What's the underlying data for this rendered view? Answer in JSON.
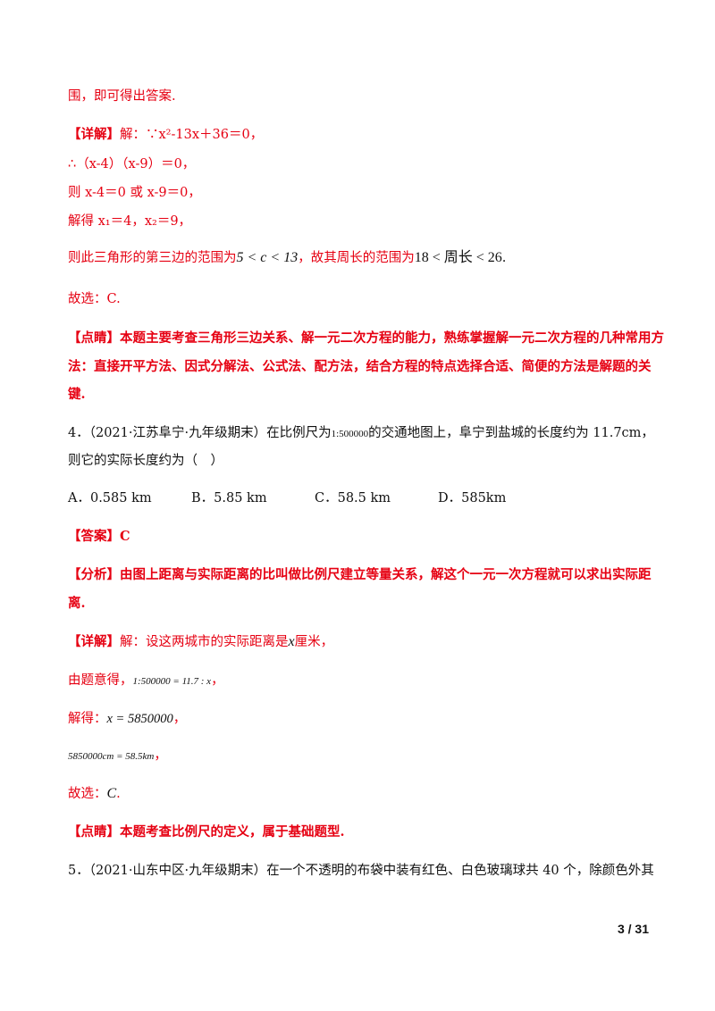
{
  "lines": {
    "l1": "围，即可得出答案.",
    "l2_tag": "【详解】",
    "l2_text": "解：∵x²-13x＋36＝0，",
    "l3": "∴（x-4）（x-9）＝0，",
    "l4": "则 x-4＝0 或 x-9＝0，",
    "l5": "解得 x₁＝4，x₂＝9，",
    "l6_a": "则此三角形的第三边的范围为",
    "l6_math1": "5 < c < 13",
    "l6_b": "，故其周长的范围为",
    "l6_math2": "18 < 周长 < 26",
    "l6_end": ".",
    "l7": "故选：C.",
    "l8": "【点睛】本题主要考查三角形三边关系、解一元二次方程的能力，熟练掌握解一元二次方程的几种常用方",
    "l9": "法：直接开平方法、因式分解法、公式法、配方法，结合方程的特点选择合适、简便的方法是解题的关",
    "l10": "键.",
    "q4_a": "4．（2021·江苏阜宁·九年级期末）在比例尺为",
    "q4_ratio": "1:500000",
    "q4_b": "的交通地图上，阜宁到盐城的长度约为 11.7cm，",
    "q4_c": "则它的实际长度约为（　）",
    "opts": [
      "A．0.585 km",
      "B．5.85 km",
      "C．58.5 km",
      "D．585km"
    ],
    "ans": "【答案】C",
    "an1": "【分析】由图上距离与实际距离的比叫做比例尺建立等量关系，解这个一元一次方程就可以求出实际距",
    "an2": "离.",
    "d1_tag": "【详解】",
    "d1_text": "解：设这两城市的实际距离是",
    "d1_var": "x",
    "d1_end": "厘米，",
    "d2_a": "由题意得，",
    "d2_math": "1:500000 = 11.7 : x",
    "d2_end": "，",
    "d3_a": "解得：",
    "d3_math": "x = 5850000",
    "d3_end": "，",
    "d4_math": "5850000cm = 58.5km",
    "d4_end": "，",
    "d5_a": "故选：",
    "d5_var": "C",
    "d5_end": ".",
    "p1": "【点睛】本题考查比例尺的定义，属于基础题型.",
    "q5": "5．（2021·山东中区·九年级期末）在一个不透明的布袋中装有红色、白色玻璃球共 40 个，除颜色外其"
  },
  "page_number": "3 / 31",
  "colors": {
    "accent": "#e60012",
    "text": "#111111"
  }
}
